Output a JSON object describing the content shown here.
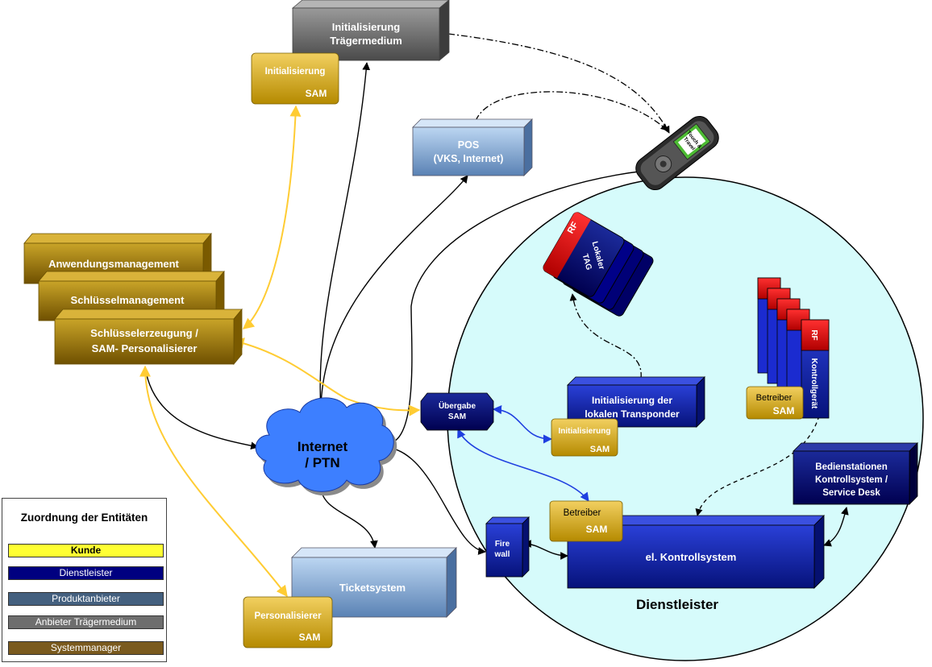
{
  "nodes": {
    "init_traeger": {
      "line1": "Initialisierung",
      "line2": "Trägermedium"
    },
    "init_sam": {
      "line1": "Initialisierung",
      "line2": "SAM"
    },
    "pos": {
      "line1": "POS",
      "line2": "(VKS, Internet)"
    },
    "phone": {
      "label_line1": "Touch &",
      "label_line2": "Travel"
    },
    "anwendung": {
      "label": "Anwendungsmanagement"
    },
    "schluessel": {
      "label": "Schlüsselmanagement"
    },
    "erzeugung": {
      "line1": "Schlüsselerzeugung /",
      "line2": "SAM- Personalisierer"
    },
    "internet": {
      "line1": "Internet",
      "line2": "/ PTN"
    },
    "uebergabe": {
      "line1": "Übergabe",
      "line2": "SAM"
    },
    "init_lokal": {
      "line1": "Initialisierung der",
      "line2": "lokalen Transponder"
    },
    "init_small": {
      "line1": "Initialisierung",
      "line2": "SAM"
    },
    "tag": {
      "rf": "RF",
      "line1": "Lokaler",
      "line2": "TAG"
    },
    "kontrollgeraet": {
      "rf": "RF",
      "label": "Kontrollgerät"
    },
    "betreiber_small": {
      "line1": "Betreiber",
      "line2": "SAM"
    },
    "bedien": {
      "line1": "Bedienstationen",
      "line2": "Kontrollsystem /",
      "line3": "Service Desk"
    },
    "firewall": {
      "line1": "Fire",
      "line2": "wall"
    },
    "betreiber_big": {
      "line1": "Betreiber",
      "line2": "SAM"
    },
    "kontroll": {
      "label": "el. Kontrollsystem"
    },
    "ticket": {
      "label": "Ticketsystem"
    },
    "personal": {
      "line1": "Personalisierer",
      "line2": "SAM"
    },
    "dienst_caption": {
      "label": "Dienstleister"
    }
  },
  "legend": {
    "title": "Zuordnung der Entitäten",
    "items": [
      {
        "label": "Kunde",
        "color": "#ffff33",
        "text_color": "#000000",
        "bold": true
      },
      {
        "label": "Dienstleister",
        "color": "#000080",
        "text_color": "#ffffff",
        "bold": false
      },
      {
        "label": "Produktanbieter",
        "color": "#44607f",
        "text_color": "#ffffff",
        "bold": false
      },
      {
        "label": "Anbieter Trägermedium",
        "color": "#6e6e6e",
        "text_color": "#ffffff",
        "bold": false
      },
      {
        "label": "Systemmanager",
        "color": "#7a5a1e",
        "text_color": "#ffffff",
        "bold": false
      }
    ]
  },
  "colors": {
    "sphere": "#d6fbfb",
    "dienstleister_box": "#0c1f9a",
    "gold": "#d4a800",
    "brown": "#9a7a14",
    "gray": "#6b6b6b",
    "blue_light": "#8fb4dd",
    "cloud": "#3d7fff",
    "arrow_black": "#000000",
    "arrow_yellow": "#ffcc33",
    "arrow_blue": "#1f3fe0"
  }
}
